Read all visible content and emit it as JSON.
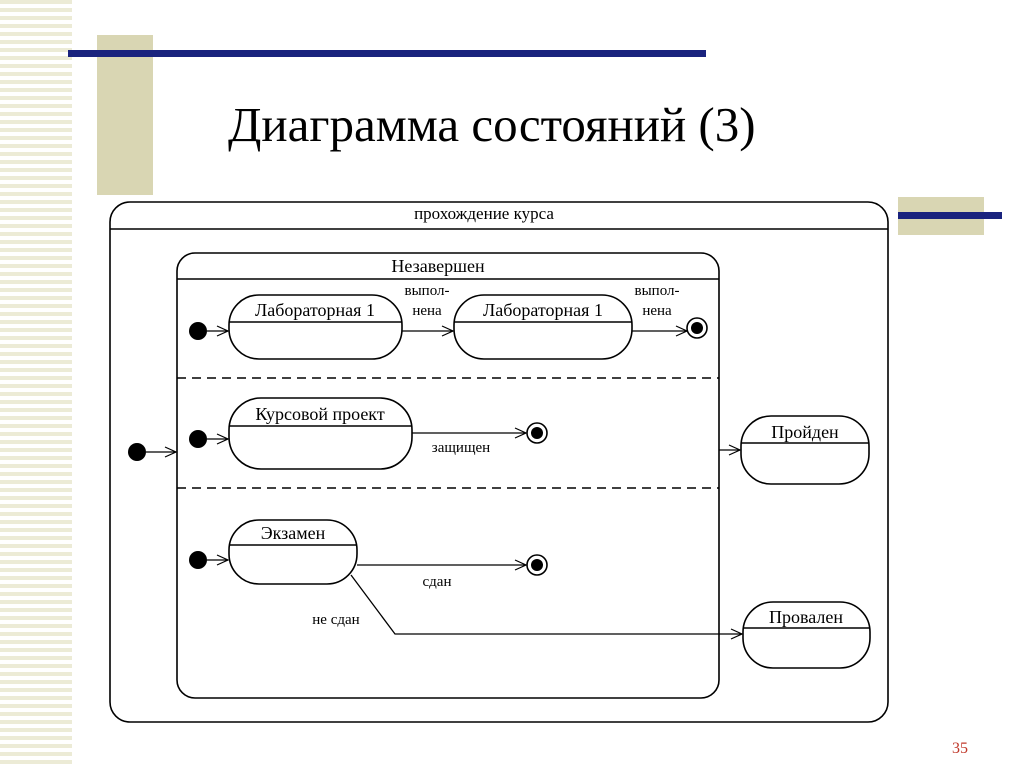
{
  "slide": {
    "title": "Диаграмма состояний (3)",
    "page_number": "35"
  },
  "diagram": {
    "outer_state": "прохождение курса",
    "composite_state": "Незавершен",
    "regions": {
      "lab": {
        "state_1": "Лабораторная 1",
        "transition_1": [
          "выпол-",
          "нена"
        ],
        "state_2": "Лабораторная 1",
        "transition_2": [
          "выпол-",
          "нена"
        ]
      },
      "project": {
        "state": "Курсовой проект",
        "transition": "защищен"
      },
      "exam": {
        "state": "Экзамен",
        "transition_pass": "сдан",
        "transition_fail": "не сдан"
      }
    },
    "final_states": {
      "passed": "Пройден",
      "failed": "Провален"
    }
  }
}
